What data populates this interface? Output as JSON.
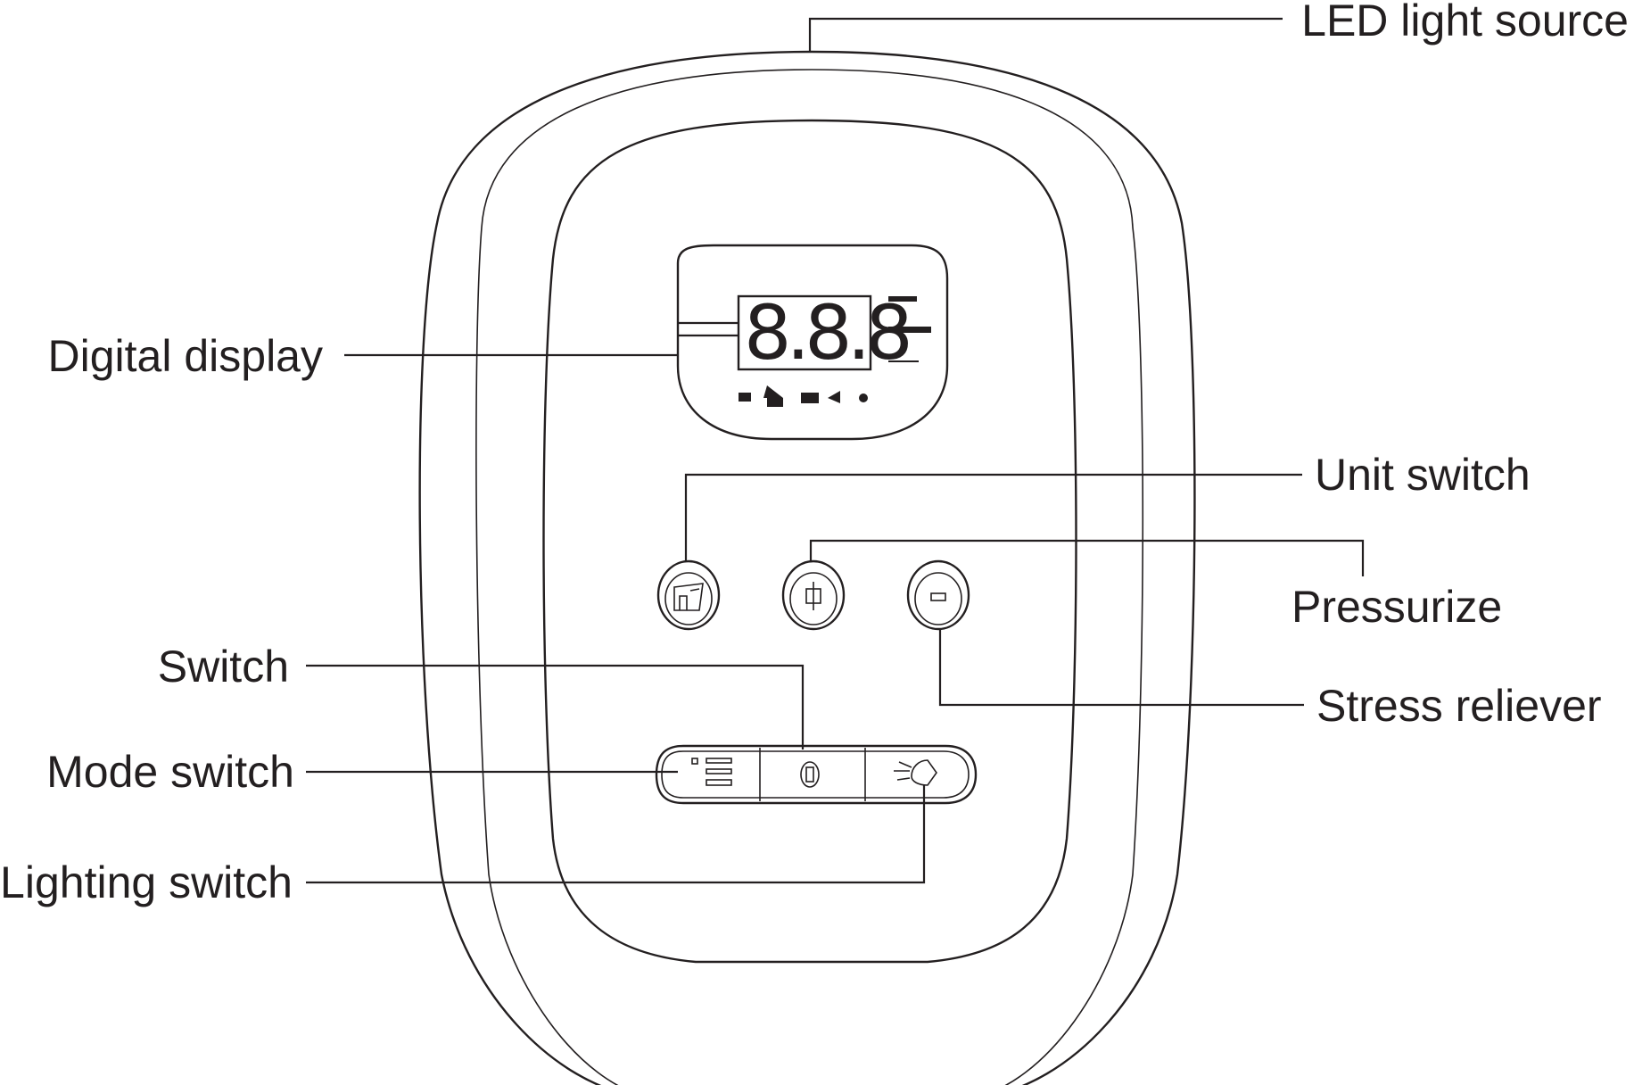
{
  "labels": {
    "led_light_source": "LED light source",
    "digital_display": "Digital display",
    "unit_switch": "Unit switch",
    "pressurize": "Pressurize",
    "switch": "Switch",
    "stress_reliever": "Stress reliever",
    "mode_switch": "Mode switch",
    "lighting_switch": "Lighting switch"
  },
  "display": {
    "digits": "8.8.8"
  },
  "icons": {
    "unit_button": "unit-icon",
    "plus_button": "plus-icon",
    "minus_button": "minus-icon",
    "mode_button": "mode-icon",
    "power_button": "power-icon",
    "light_button": "light-bulb-icon"
  },
  "colors": {
    "line": "#231f20",
    "background": "#ffffff"
  }
}
